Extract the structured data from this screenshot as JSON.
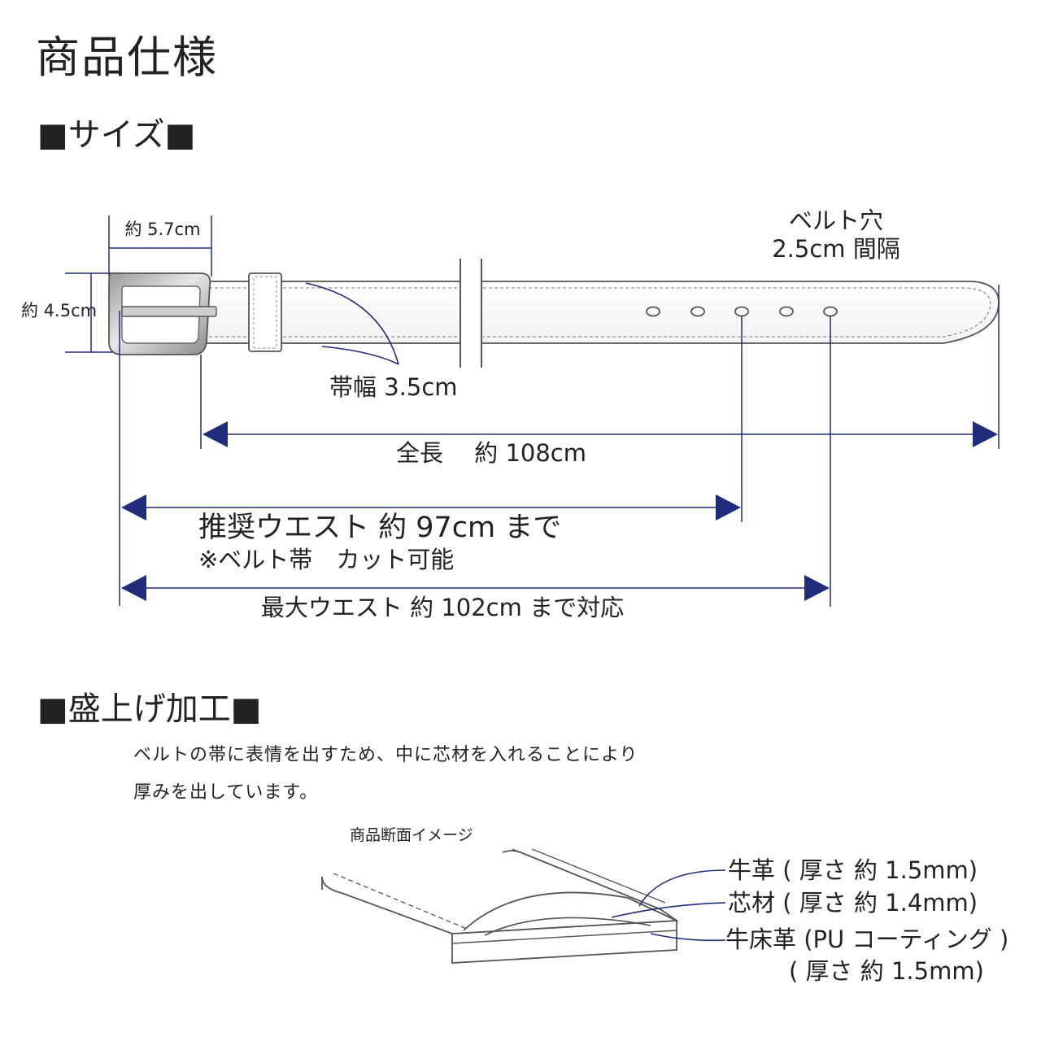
{
  "title": "商品仕様",
  "size_section": {
    "heading": "■サイズ■",
    "buckle_width": "約 5.7cm",
    "buckle_height": "約 4.5cm",
    "hole_label_line1": "ベルト穴",
    "hole_label_line2": "2.5cm 間隔",
    "strap_width": "帯幅 3.5cm",
    "total_length": "全長　 約 108cm",
    "recommended_waist": "推奨ウエスト 約 97cm まで",
    "cut_note": "※ベルト帯　カット可能",
    "max_waist": "最大ウエスト 約 102cm まで対応"
  },
  "finish_section": {
    "heading": "■盛上げ加工■",
    "description_line1": "ベルトの帯に表情を出すため、中に芯材を入れることにより",
    "description_line2": "厚みを出しています。",
    "diagram_caption": "商品断面イメージ",
    "layer_top": "牛革 ( 厚さ 約 1.5mm)",
    "layer_core": "芯材 ( 厚さ 約 1.4mm)",
    "layer_bottom_line1": "牛床革 (PU コーティング )",
    "layer_bottom_line2": "( 厚さ 約 1.5mm)"
  },
  "colors": {
    "dimension_navy": "#1f2d7a",
    "line_gray": "#555555",
    "text": "#222222"
  }
}
